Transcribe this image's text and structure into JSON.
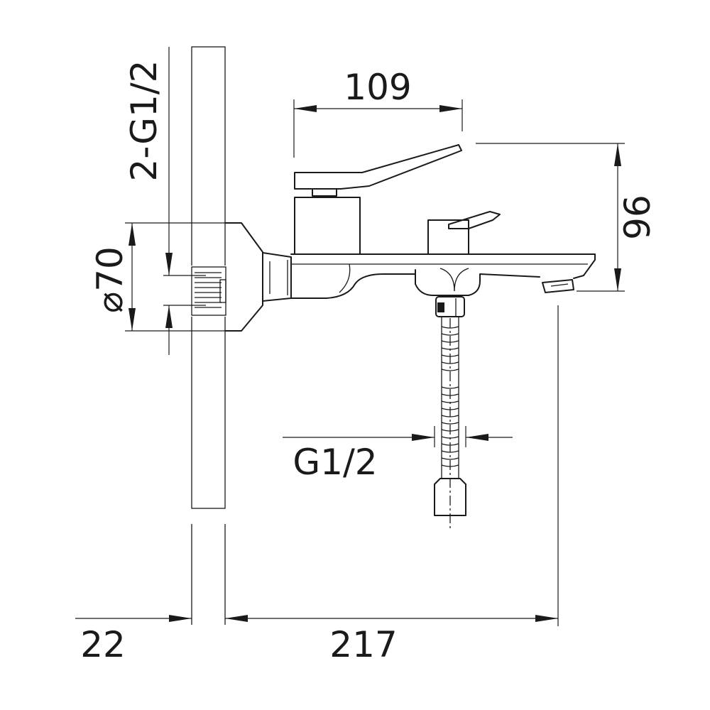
{
  "dimensions": {
    "spout_offset": "109",
    "height": "96",
    "inlet_thread": "2-G1/2",
    "flange_diameter": "⌀70",
    "outlet_thread": "G1/2",
    "wall_thickness": "22",
    "projection": "217"
  },
  "colors": {
    "line": "#1a1a1a",
    "background": "#ffffff"
  }
}
